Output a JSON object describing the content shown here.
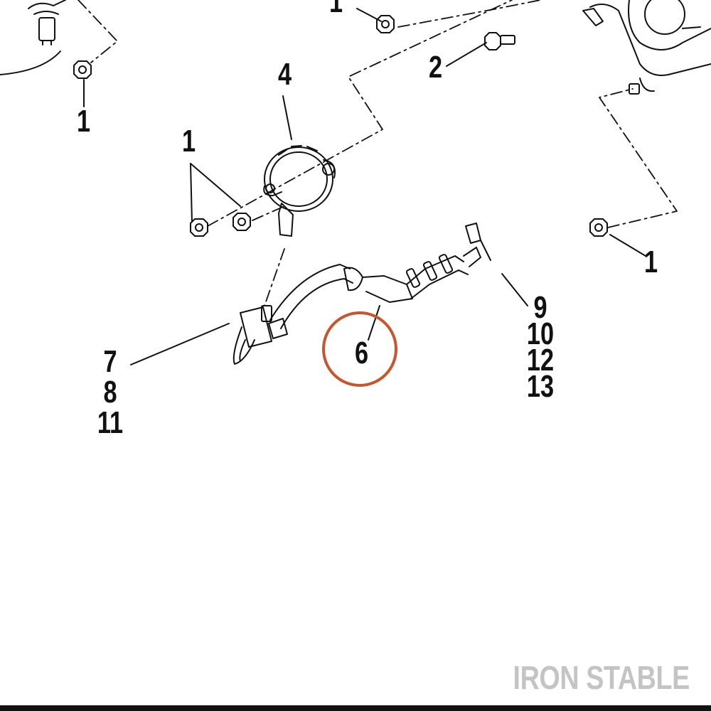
{
  "callouts": {
    "c1_top": "1",
    "c2": "2",
    "c1_left": "1",
    "c4": "4",
    "c1_mid": "1",
    "c1_right": "1",
    "c6": "6",
    "group_left": [
      "7",
      "8",
      "11"
    ],
    "group_right": [
      "9",
      "10",
      "12",
      "13"
    ]
  },
  "highlight": {
    "part": "6",
    "color": "#c8552b"
  },
  "watermark": "IRON STABLE",
  "colors": {
    "line": "#111111",
    "watermark": "#c4c4c4",
    "bar": "#111111"
  }
}
